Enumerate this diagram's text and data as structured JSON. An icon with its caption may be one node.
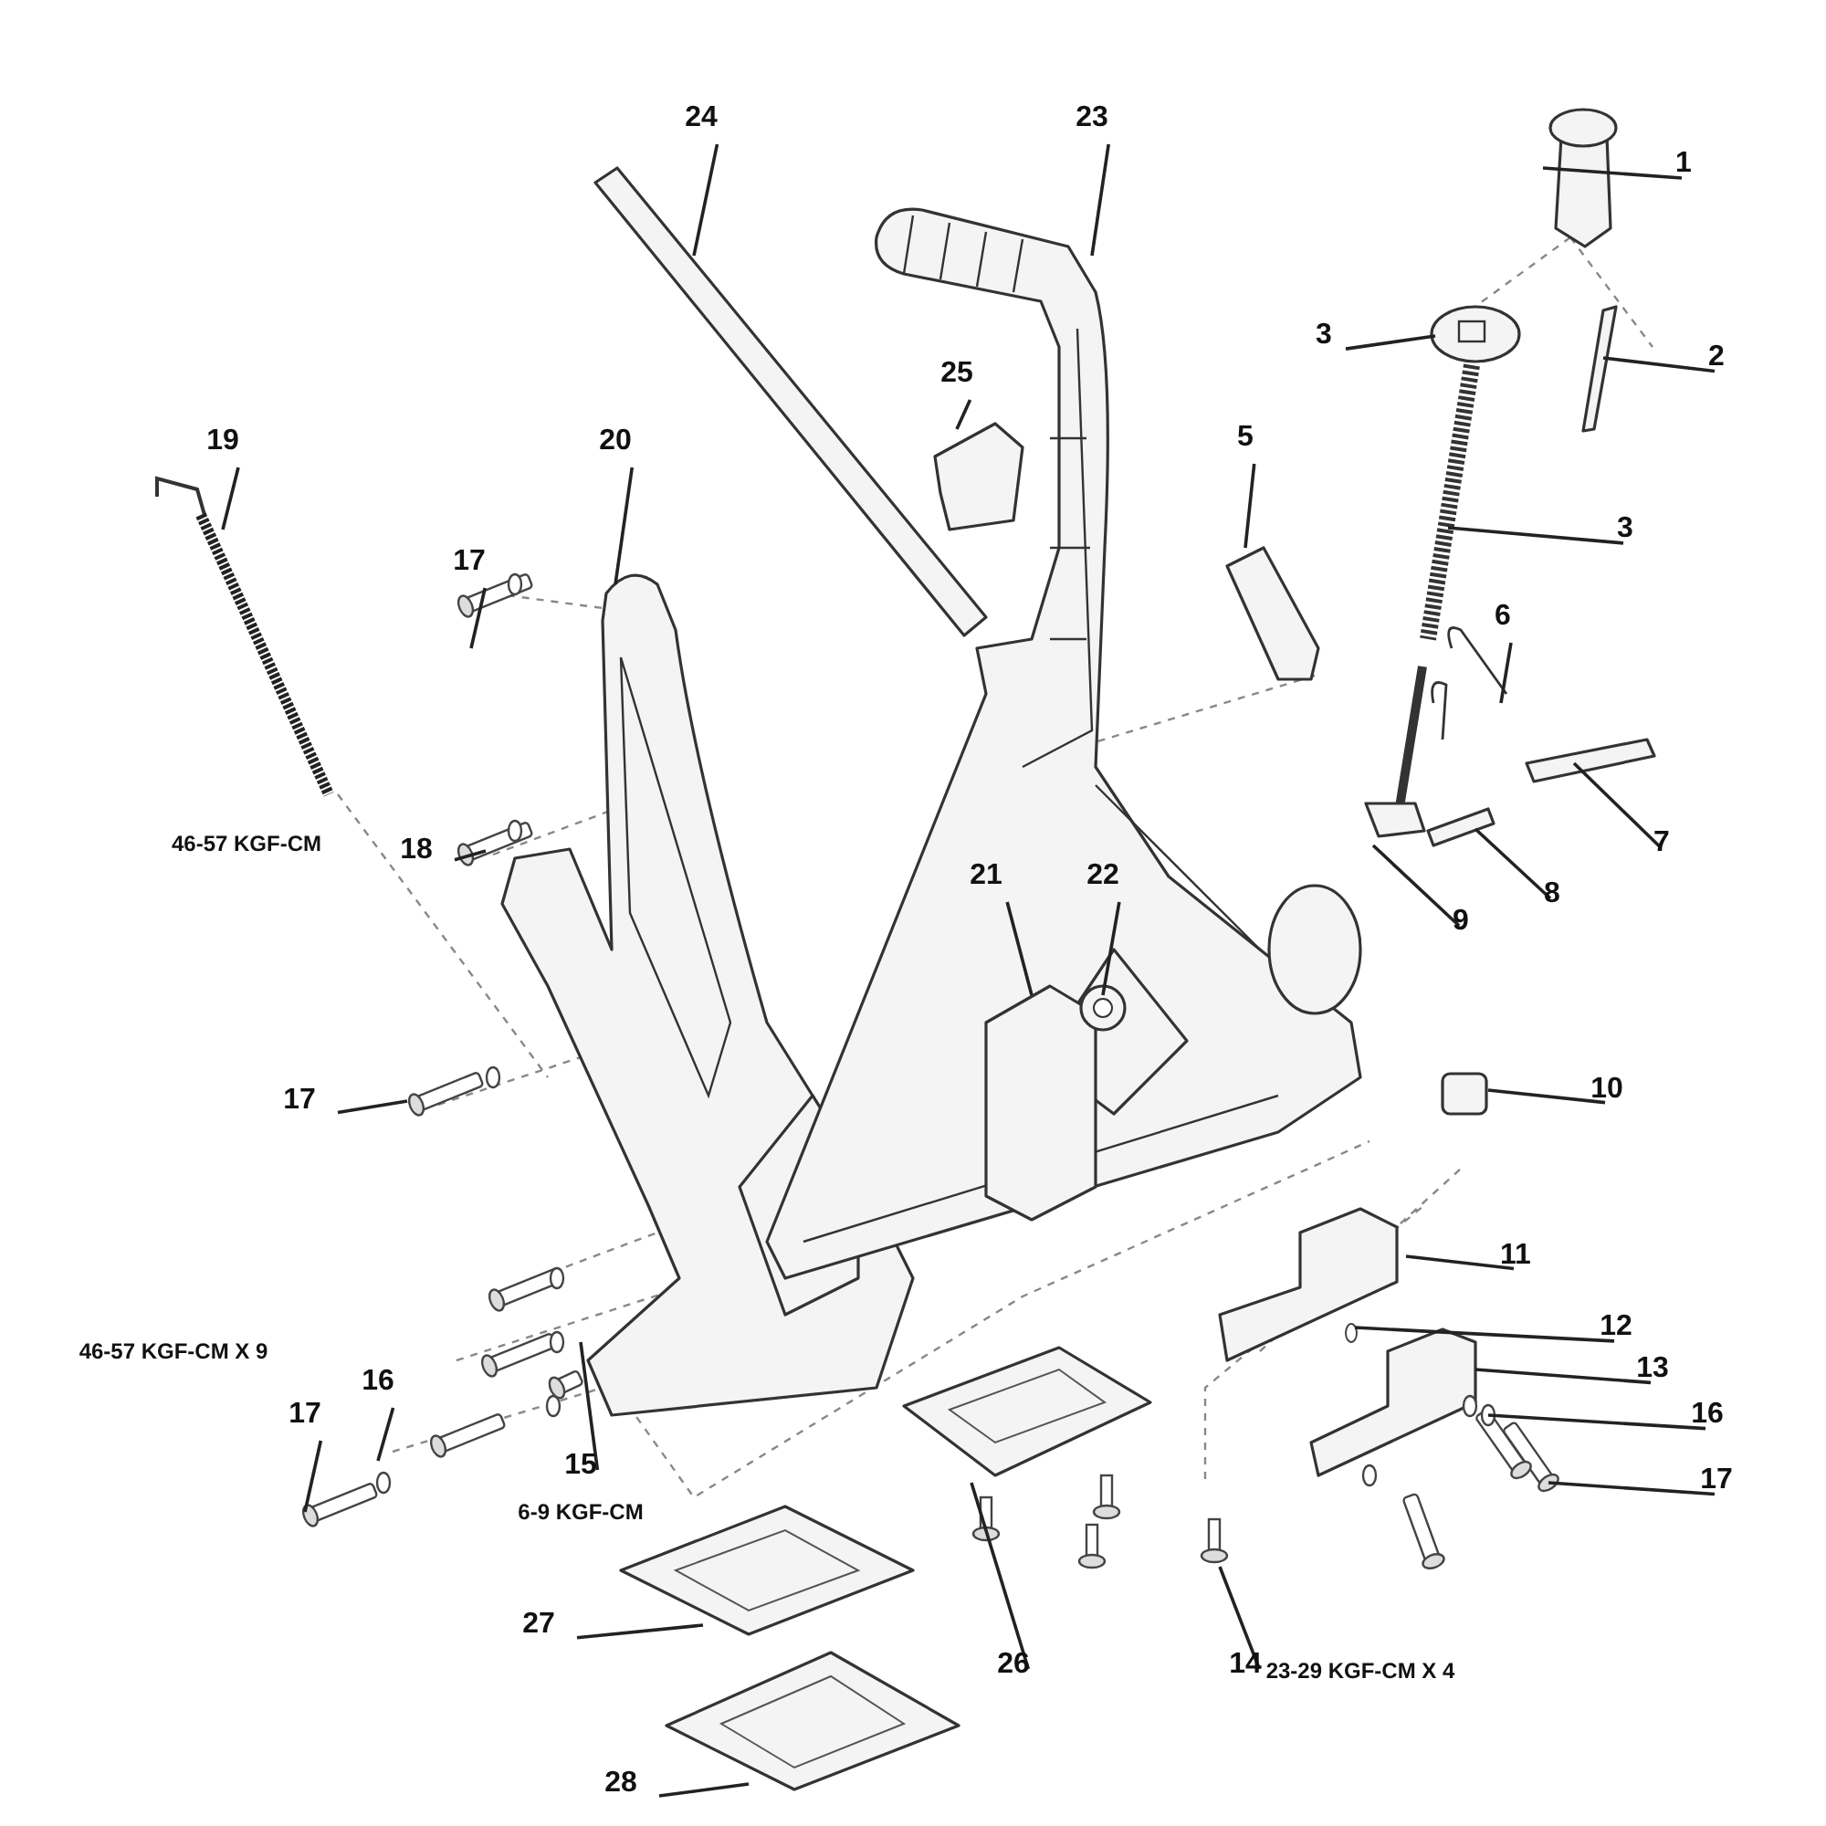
{
  "diagram": {
    "nodes": [
      {
        "text": [
          "1"
        ]
      },
      {
        "text": [
          "2"
        ]
      },
      {
        "text": [
          "3"
        ]
      },
      {
        "text": [
          "3"
        ]
      },
      {
        "text": [
          "5"
        ]
      },
      {
        "text": [
          "6"
        ]
      },
      {
        "text": [
          "7"
        ]
      },
      {
        "text": [
          "8"
        ]
      },
      {
        "text": [
          "9"
        ]
      },
      {
        "text": [
          "10"
        ]
      },
      {
        "text": [
          "11"
        ]
      },
      {
        "text": [
          "12"
        ]
      },
      {
        "text": [
          "13"
        ]
      },
      {
        "text": [
          "16"
        ]
      },
      {
        "text": [
          "17"
        ]
      },
      {
        "text": [
          "14"
        ]
      },
      {
        "text": [
          "26"
        ]
      },
      {
        "text": [
          "27"
        ]
      },
      {
        "text": [
          "28"
        ]
      },
      {
        "text": [
          "15"
        ]
      },
      {
        "text": [
          "16"
        ]
      },
      {
        "text": [
          "17"
        ]
      },
      {
        "text": [
          "17"
        ]
      },
      {
        "text": [
          "18"
        ]
      },
      {
        "text": [
          "19"
        ]
      },
      {
        "text": [
          "20"
        ]
      },
      {
        "text": [
          "17"
        ]
      },
      {
        "text": [
          "21"
        ]
      },
      {
        "text": [
          "22"
        ]
      },
      {
        "text": [
          "24"
        ]
      },
      {
        "text": [
          "23"
        ]
      },
      {
        "text": [
          "25"
        ]
      }
    ],
    "edges": [
      {
        "from": 0,
        "to": null,
        "arrow": "none"
      },
      {
        "from": 1,
        "to": null,
        "arrow": "none"
      },
      {
        "from": 2,
        "to": null,
        "arrow": "none"
      },
      {
        "from": 3,
        "to": null,
        "arrow": "none"
      },
      {
        "from": 4,
        "to": null,
        "arrow": "none"
      },
      {
        "from": 5,
        "to": null,
        "arrow": "none"
      },
      {
        "from": 6,
        "to": null,
        "arrow": "none"
      },
      {
        "from": 7,
        "to": null,
        "arrow": "none"
      },
      {
        "from": 8,
        "to": null,
        "arrow": "none"
      },
      {
        "from": 9,
        "to": null,
        "arrow": "none"
      },
      {
        "from": 10,
        "to": null,
        "arrow": "none"
      },
      {
        "from": 11,
        "to": null,
        "arrow": "none"
      },
      {
        "from": 12,
        "to": null,
        "arrow": "none"
      },
      {
        "from": 13,
        "to": null,
        "arrow": "none"
      },
      {
        "from": 14,
        "to": null,
        "arrow": "none"
      },
      {
        "from": 15,
        "to": null,
        "arrow": "none"
      },
      {
        "from": 16,
        "to": null,
        "arrow": "none"
      },
      {
        "from": 17,
        "to": null,
        "arrow": "none"
      },
      {
        "from": 18,
        "to": null,
        "arrow": "none"
      },
      {
        "from": 19,
        "to": null,
        "arrow": "none"
      },
      {
        "from": 20,
        "to": null,
        "arrow": "none"
      },
      {
        "from": 21,
        "to": null,
        "arrow": "none"
      },
      {
        "from": 22,
        "to": null,
        "arrow": "none"
      },
      {
        "from": 23,
        "to": null,
        "arrow": "none"
      },
      {
        "from": 24,
        "to": null,
        "arrow": "none"
      },
      {
        "from": 25,
        "to": null,
        "arrow": "none"
      },
      {
        "from": 26,
        "to": null,
        "arrow": "none"
      },
      {
        "from": 27,
        "to": null,
        "arrow": "none"
      },
      {
        "from": 28,
        "to": null,
        "arrow": "none"
      },
      {
        "from": 29,
        "to": null,
        "arrow": "none"
      },
      {
        "from": 30,
        "to": null,
        "arrow": "none"
      },
      {
        "from": 31,
        "to": null,
        "arrow": "none"
      }
    ],
    "labels": [
      "46-57 KGF-CM",
      "46-57 KGF-CM X 9",
      "6-9 KGF-CM",
      "23-29 KGF-CM X 4"
    ]
  }
}
